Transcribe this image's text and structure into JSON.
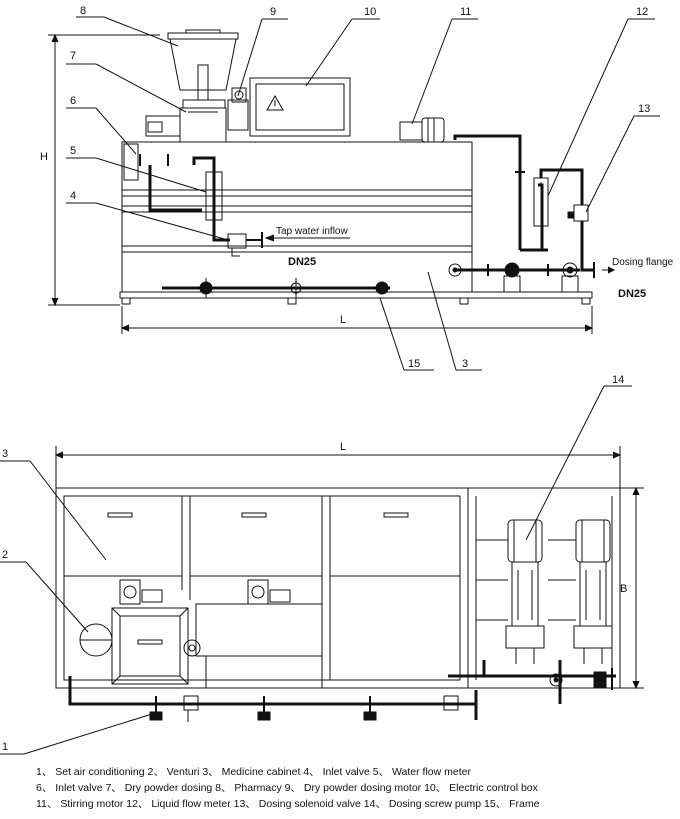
{
  "callouts": {
    "c1": "1",
    "c2": "2",
    "c3": "3",
    "c3b": "3",
    "c4": "4",
    "c5": "5",
    "c6": "6",
    "c7": "7",
    "c8": "8",
    "c9": "9",
    "c10": "10",
    "c11": "11",
    "c12": "12",
    "c13": "13",
    "c14": "14",
    "c15": "15"
  },
  "dimensions": {
    "height": "H",
    "length_top": "L",
    "length_bottom": "L",
    "width": "B"
  },
  "annotations": {
    "tap_water": "Tap water inflow",
    "dn25_left": "DN25",
    "dosing_flange": "Dosing flange",
    "dn25_right": "DN25"
  },
  "legend": {
    "line1": "1、 Set air conditioning  2、 Venturi  3、 Medicine cabinet  4、 Inlet valve  5、 Water flow meter",
    "line2": "6、 Inlet valve  7、 Dry powder dosing  8、 Pharmacy  9、 Dry powder dosing motor  10、 Electric control box",
    "line3": "11、 Stirring motor  12、 Liquid flow meter  13、 Dosing solenoid valve  14、 Dosing screw pump  15、 Frame"
  }
}
